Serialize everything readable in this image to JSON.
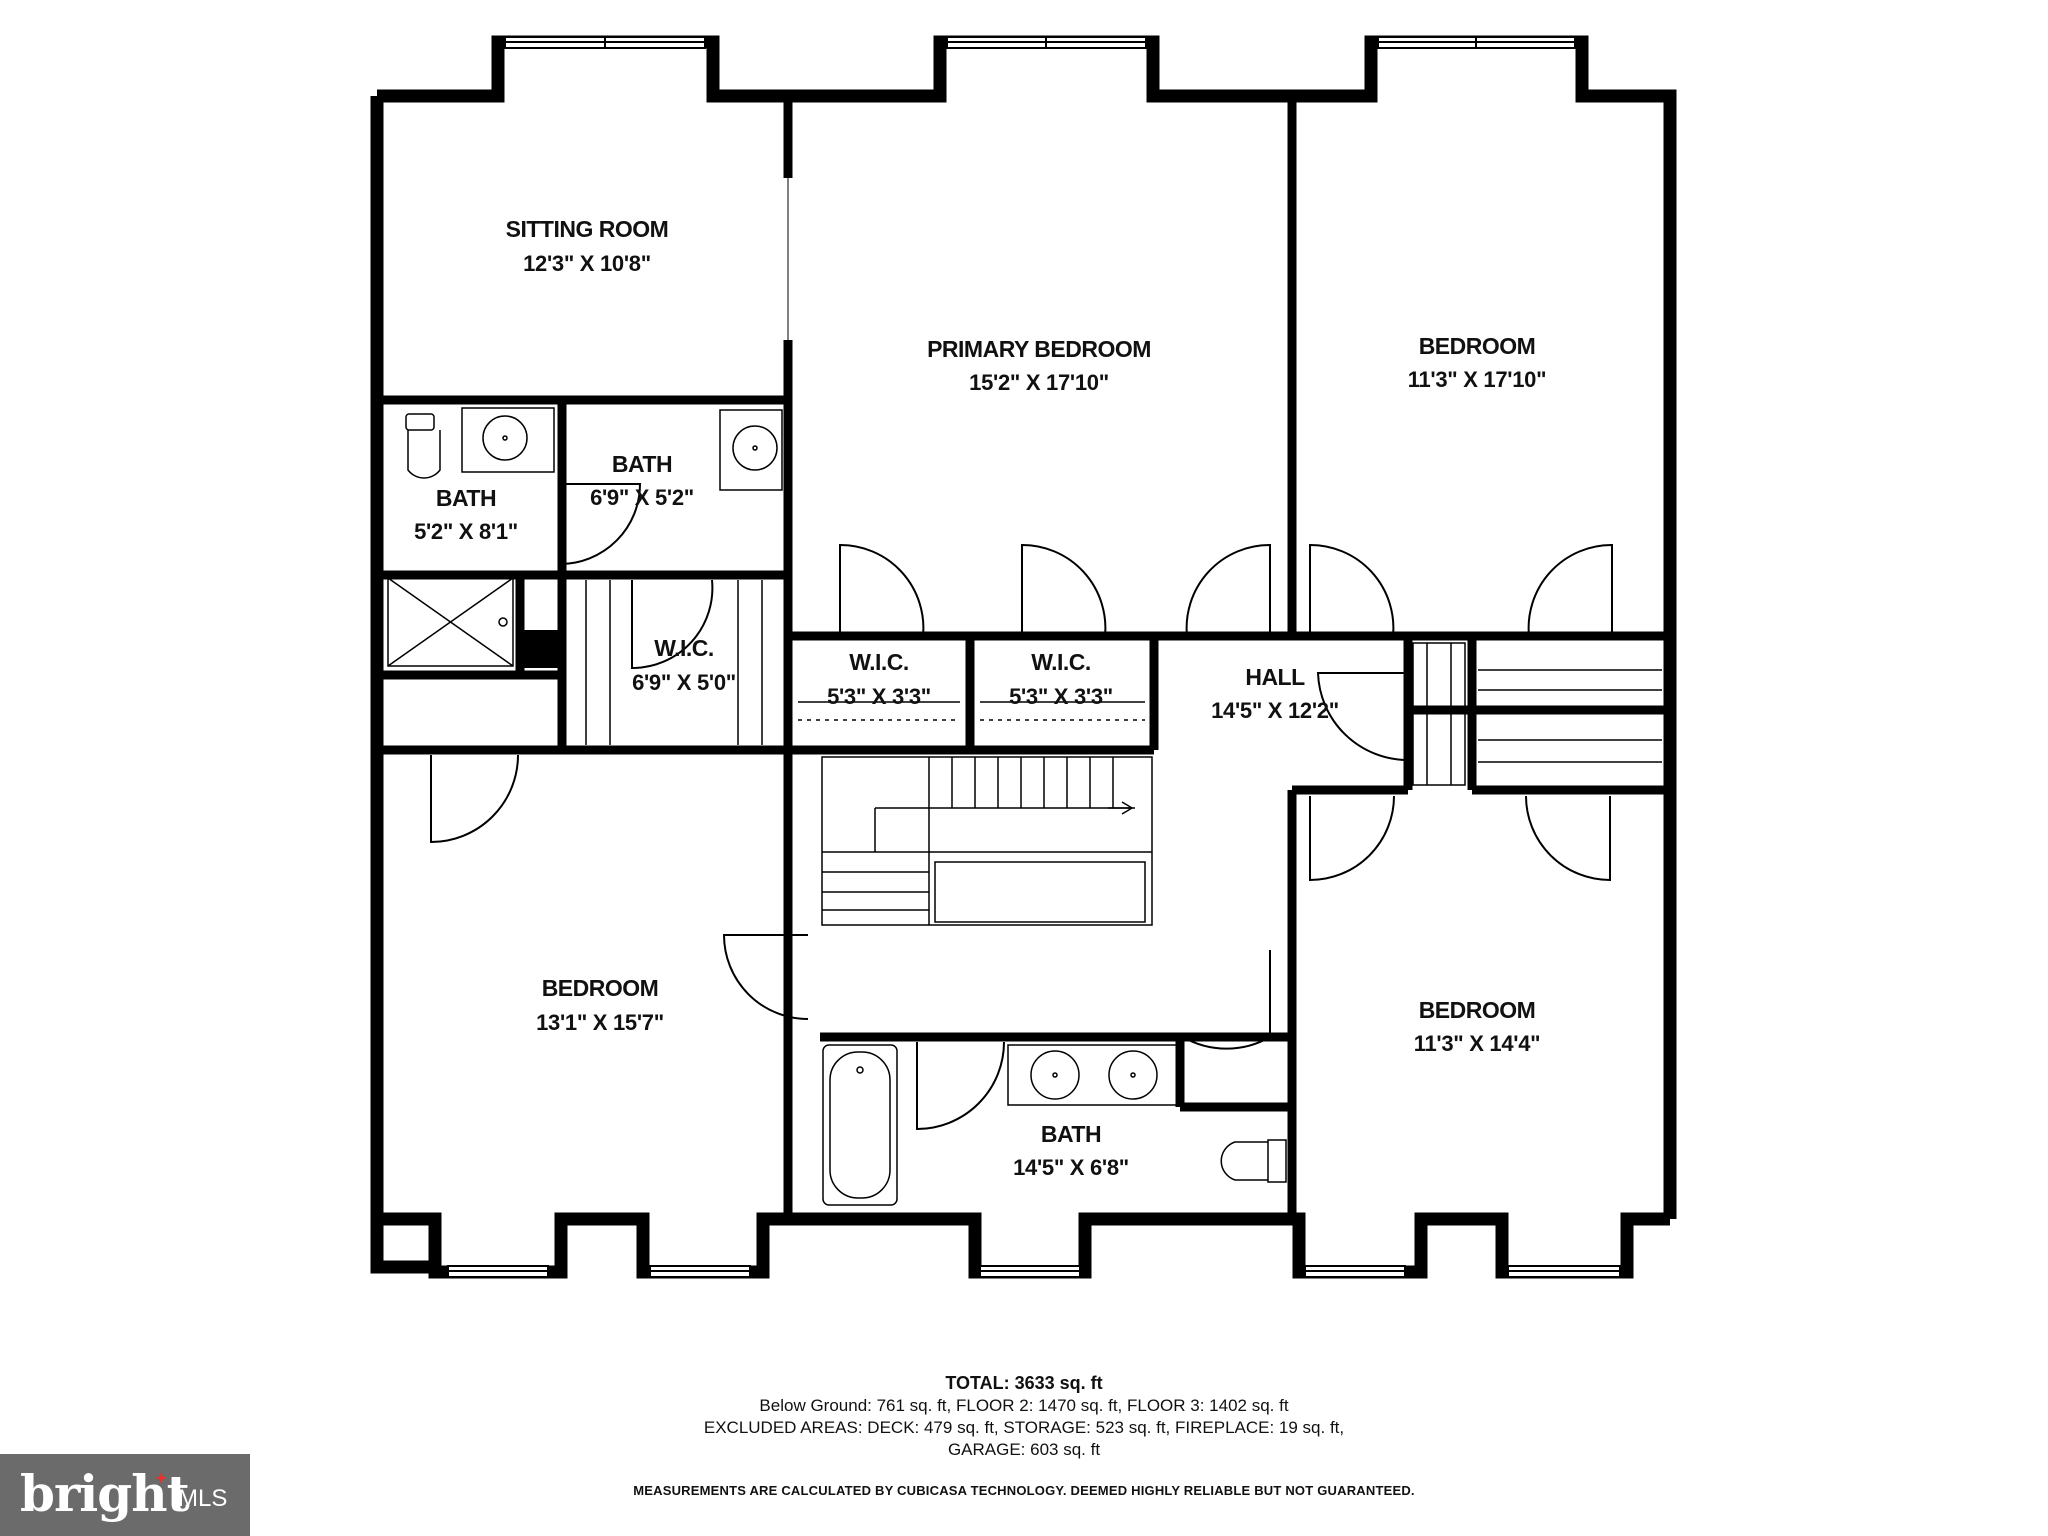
{
  "rooms": {
    "sitting_room": {
      "name": "SITTING ROOM",
      "dim": "12'3\" X 10'8\""
    },
    "primary_bedroom": {
      "name": "PRIMARY BEDROOM",
      "dim": "15'2\" X 17'10\""
    },
    "bedroom_ne": {
      "name": "BEDROOM",
      "dim": "11'3\" X 17'10\""
    },
    "bath_left": {
      "name": "BATH",
      "dim": "5'2\" X 8'1\""
    },
    "bath_center": {
      "name": "BATH",
      "dim": "6'9\" X 5'2\""
    },
    "wic_left": {
      "name": "W.I.C.",
      "dim": "6'9\" X 5'0\""
    },
    "wic_mid1": {
      "name": "W.I.C.",
      "dim": "5'3\" X 3'3\""
    },
    "wic_mid2": {
      "name": "W.I.C.",
      "dim": "5'3\" X 3'3\""
    },
    "hall": {
      "name": "HALL",
      "dim": "14'5\" X 12'2\""
    },
    "bedroom_sw": {
      "name": "BEDROOM",
      "dim": "13'1\" X 15'7\""
    },
    "bedroom_se": {
      "name": "BEDROOM",
      "dim": "11'3\" X 14'4\""
    },
    "bath_bottom": {
      "name": "BATH",
      "dim": "14'5\" X 6'8\""
    }
  },
  "footer": {
    "total": "TOTAL: 3633 sq. ft",
    "line1": "Below Ground: 761 sq. ft, FLOOR 2: 1470 sq. ft, FLOOR 3: 1402 sq. ft",
    "line2": "EXCLUDED AREAS: DECK: 479 sq. ft, STORAGE: 523 sq. ft, FIREPLACE: 19 sq. ft,",
    "line3": "GARAGE: 603 sq. ft",
    "disclaimer": "MEASUREMENTS ARE CALCULATED BY CUBICASA TECHNOLOGY. DEEMED HIGHLY RELIABLE BUT NOT GUARANTEED."
  },
  "logo": {
    "brand": "bright",
    "suffix": "MLS"
  },
  "colors": {
    "wall": "#000000",
    "background": "#ffffff",
    "logo_bg": "#6b6b6b",
    "logo_accent": "#e8322c"
  }
}
